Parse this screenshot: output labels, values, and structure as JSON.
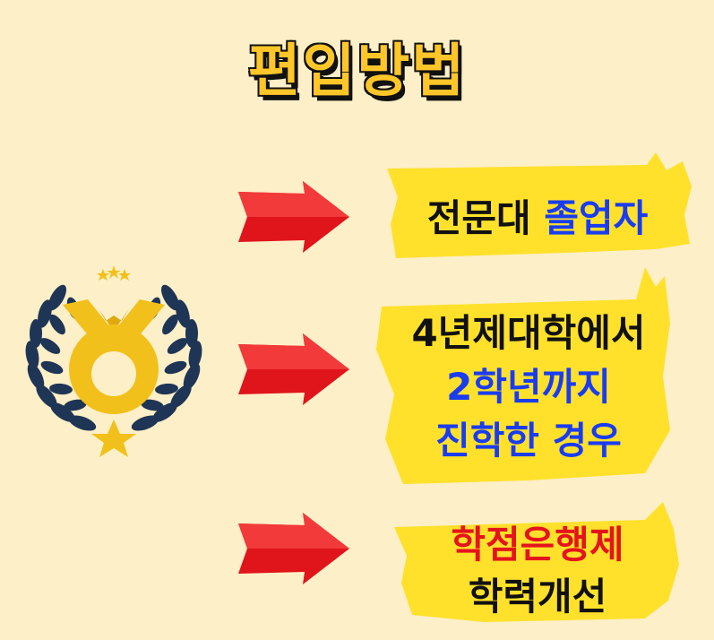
{
  "title": "편입방법",
  "colors": {
    "background": "#fdefc7",
    "highlight": "#ffe12b",
    "arrow": "#e0141b",
    "blue_text": "#1a3cf0",
    "red_text": "#e4141c",
    "medal": "#f2c01a",
    "laurel": "#1f3556"
  },
  "icons": {
    "arrows": "red-arrow-icon",
    "medal": "medal-laurel-icon"
  },
  "items": [
    {
      "part1": "전문대 ",
      "part2": "졸업자"
    },
    {
      "line1": "4년제대학에서",
      "line2": "2학년까지",
      "line3": "진학한 경우"
    },
    {
      "line1": "학점은행제",
      "line2": "학력개선"
    }
  ]
}
